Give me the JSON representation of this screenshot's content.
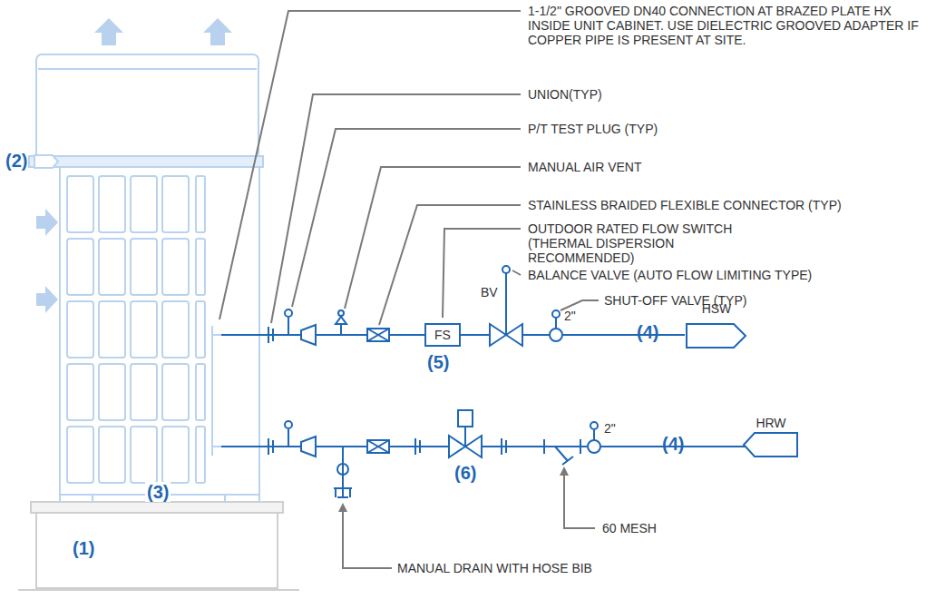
{
  "diagram": {
    "nodes": [
      {
        "text": [
          "FS"
        ]
      },
      {
        "text": [
          "HSW"
        ]
      },
      {
        "text": [
          "HRW"
        ]
      }
    ],
    "edges": [
      {
        "from": 0,
        "to": 1,
        "arrow": "none"
      }
    ],
    "labels": [
      "1-1/2\" GROOVED DN40 CONNECTION AT BRAZED PLATE HX INSIDE UNIT CABINET. USE DIELECTRIC GROOVED ADAPTER IF COPPER PIPE IS PRESENT AT SITE.",
      "UNION(TYP)",
      "P/T TEST PLUG (TYP)",
      "MANUAL AIR VENT",
      "STAINLESS BRAIDED FLEXIBLE CONNECTOR (TYP)",
      "OUTDOOR RATED FLOW SWITCH (THERMAL DISPERSION RECOMMENDED)",
      "BALANCE VALVE (AUTO FLOW LIMITING TYPE)",
      "SHUT-OFF VALVE (TYP)",
      "BV",
      "2\"",
      "(4)",
      "(5)",
      "(2)",
      "(3)",
      "(1)",
      "(6)",
      "60 MESH",
      "2\"",
      "(4)",
      "MANUAL DRAIN WITH HOSE BIB"
    ]
  }
}
